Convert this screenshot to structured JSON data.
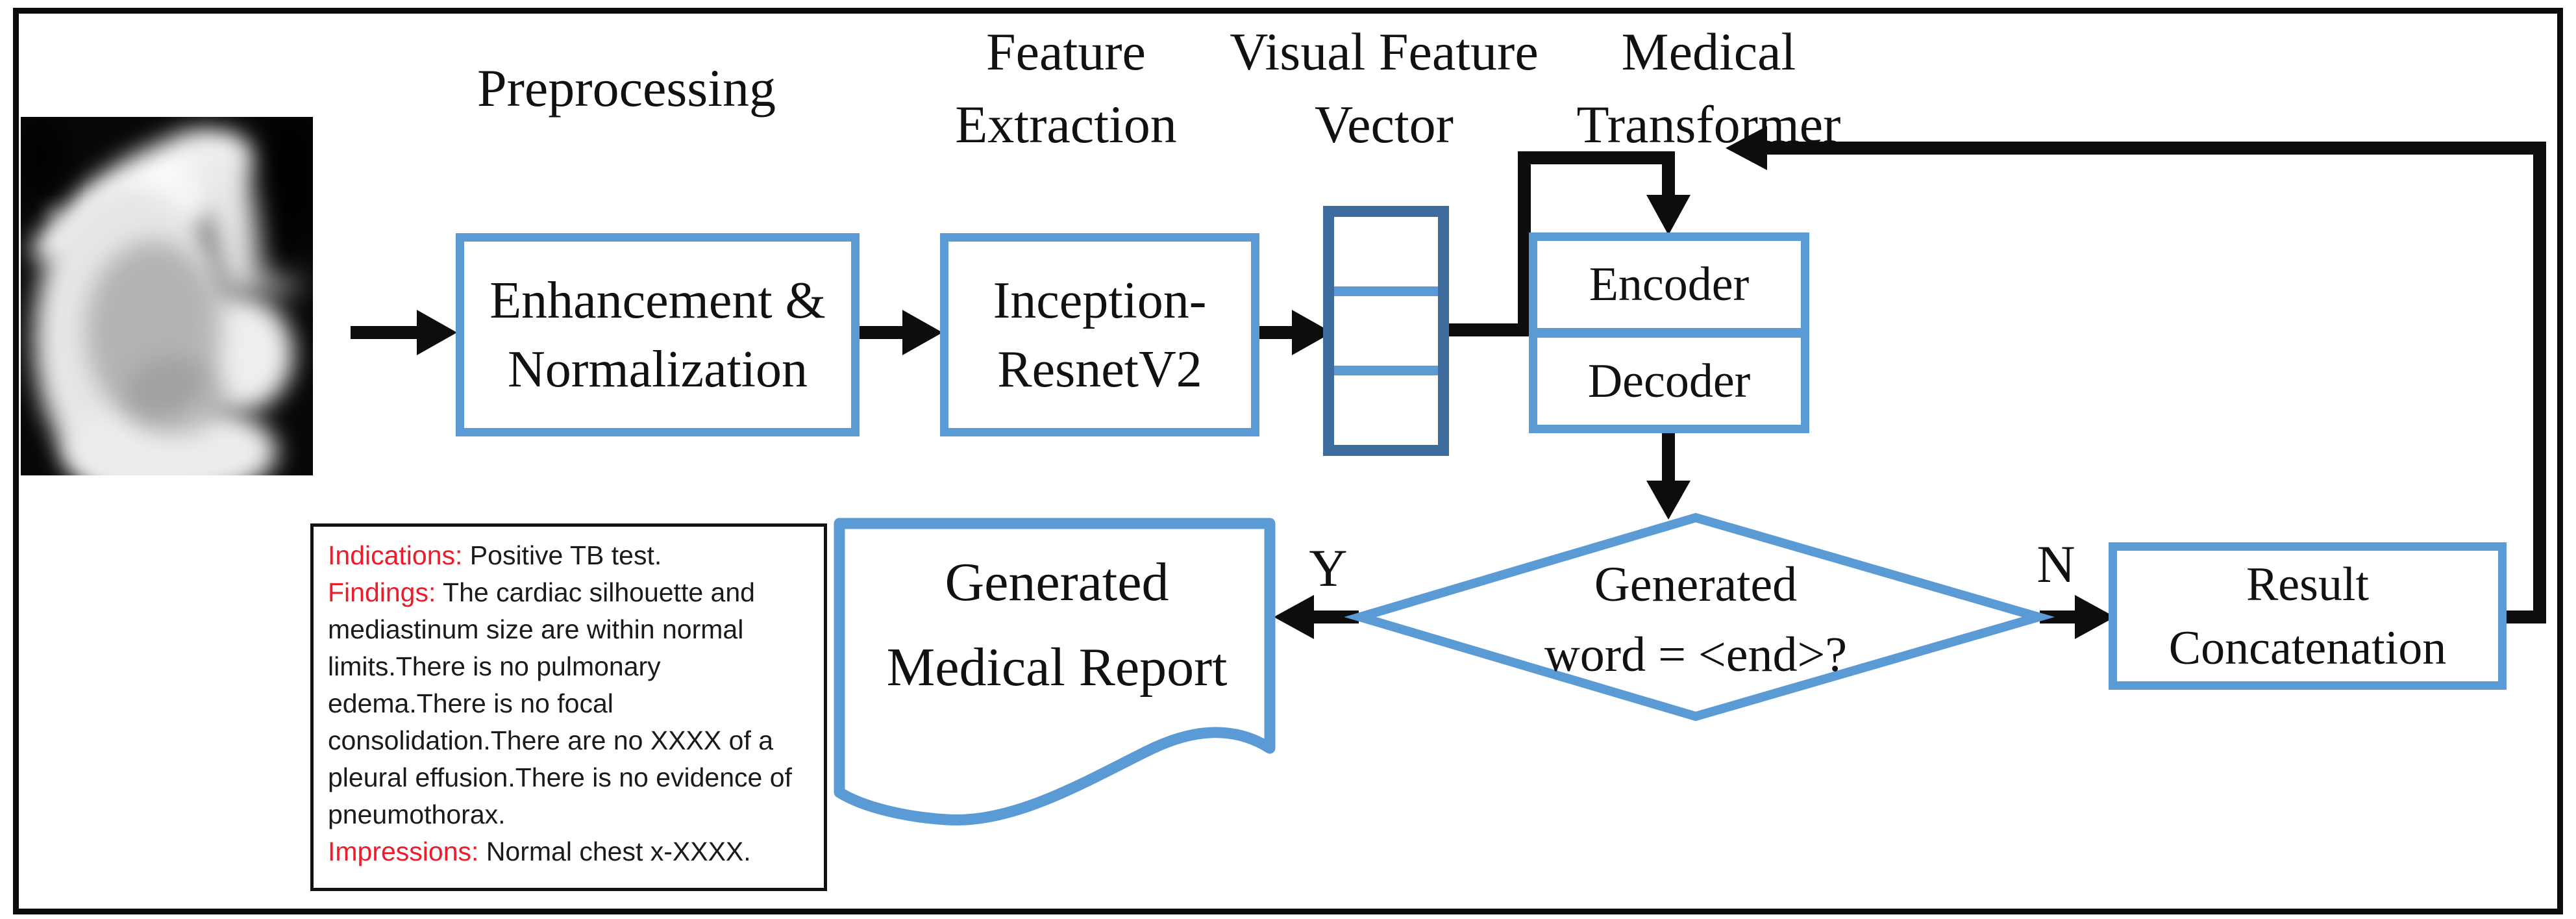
{
  "stage_labels": {
    "preprocessing": "Preprocessing",
    "feature_extraction_line1": "Feature",
    "feature_extraction_line2": "Extraction",
    "visual_feature_vector_line1": "Visual Feature",
    "visual_feature_vector_line2": "Vector",
    "medical_transformer_line1": "Medical",
    "medical_transformer_line2": "Transformer"
  },
  "nodes": {
    "enhancement_line1": "Enhancement &",
    "enhancement_line2": "Normalization",
    "inception_line1": "Inception-",
    "inception_line2": "ResnetV2",
    "encoder": "Encoder",
    "decoder": "Decoder",
    "decision_line1": "Generated",
    "decision_line2": "word = <end>?",
    "report_line1": "Generated",
    "report_line2": "Medical Report",
    "result_line1": "Result",
    "result_line2": "Concatenation"
  },
  "branch_labels": {
    "yes": "Y",
    "no": "N"
  },
  "visual_feature_vector": {
    "cell_count": 3
  },
  "example_report": {
    "indications_label": "Indications:",
    "indications_text": " Positive TB test.",
    "findings_label": "Findings:",
    "findings_text": " The cardiac silhouette and mediastinum size are within normal limits.There is no pulmonary edema.There is no focal consolidation.There are no XXXX of a pleural effusion.There is no evidence of pneumothorax.",
    "impressions_label": "Impressions:",
    "impressions_text": " Normal chest x-XXXX."
  },
  "colors": {
    "node_border_blue": "#5B9BD5",
    "vector_border_blue": "#3E6C9E",
    "arrow_black": "#0d0d0d",
    "report_label_red": "#EC1C2B"
  }
}
